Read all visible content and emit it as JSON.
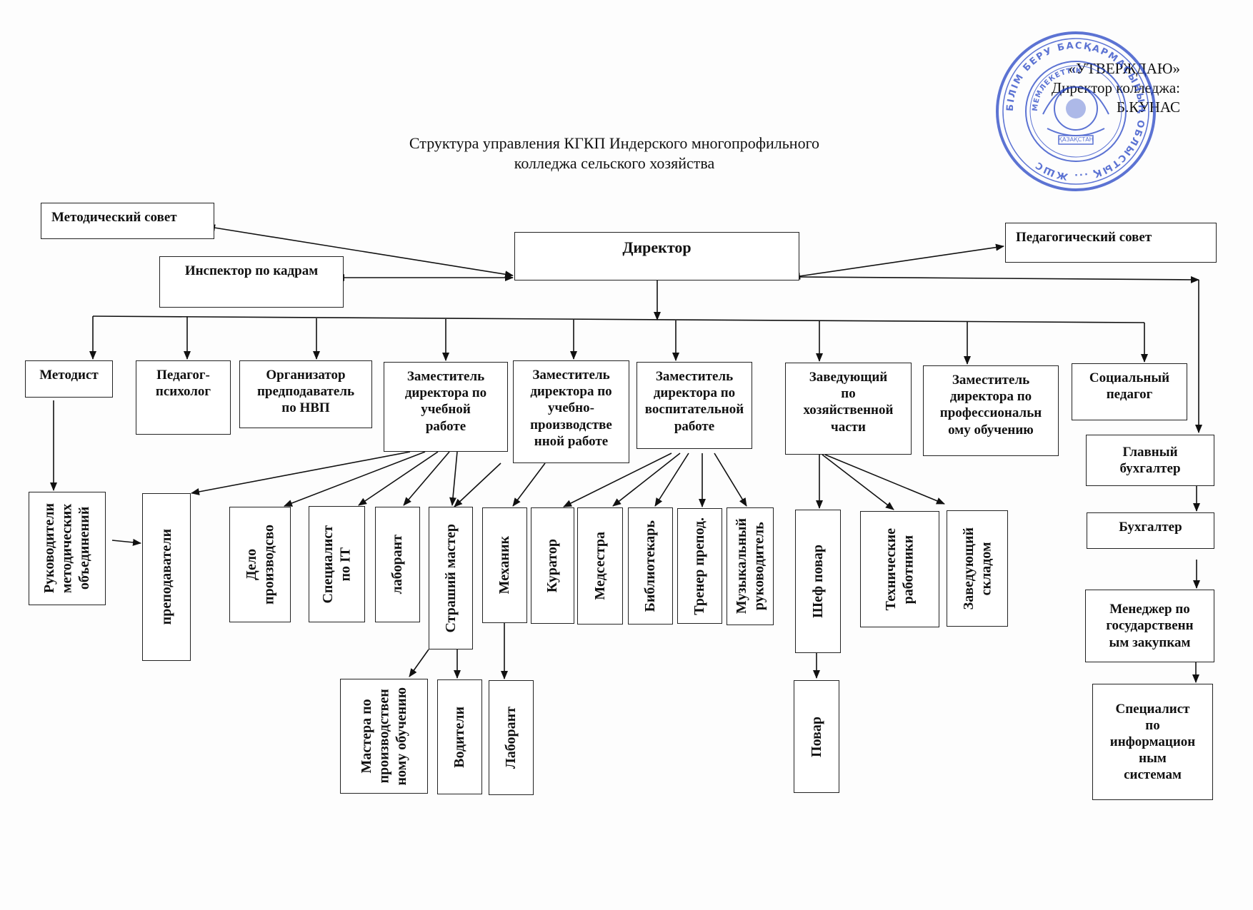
{
  "approval": {
    "line1": "«УТВЕРЖДАЮ»",
    "line2": "Директор колледжа:",
    "line3": "Б.КУНАС"
  },
  "title": "Структура управления КГКП Индерского многопрофильного\nколледжа сельского хозяйства",
  "stamp": {
    "text_outer": "БІЛІМ БЕРУ БАСҚАРМАСЫНЫҢ ОБЛЫСТЫҚ ... ЖШС",
    "text_inner": "МЕМЛЕКЕТТІК",
    "text_center": "ҚАЗАҚСТАН",
    "color": "#1f3fc4"
  },
  "nodes": {
    "metod_sovet": "Методический совет",
    "director": "Директор",
    "ped_sovet": "Педагогический совет",
    "inspektor": "Инспектор по кадрам",
    "metodist": "Методист",
    "psiholog": "Педагог-\nпсихолог",
    "organizator": "Организатор\nпредподаватель\nпо НВП",
    "zam_uch": "Заместитель\nдиректора по\nучебной\nработе",
    "zam_up": "Заместитель\nдиректора по\nучебно-\nпроизводстве\nнной работе",
    "zam_vos": "Заместитель\nдиректора по\nвоспитательной\nработе",
    "zav_hoz": "Заведующий\nпо\nхозяйственной\nчасти",
    "zam_prof": "Заместитель\nдиректора по\nпрофессиональн\nому обучению",
    "soc_ped": "Социальный\nпедагог",
    "gl_buh": "Главный\nбухгалтер",
    "buh": "Бухгалтер",
    "menedzher": "Менеджер по\nгосударственн\nым закупкам",
    "spec_is": "Специалист\nпо\nинформацион\nным\nсистемам",
    "ruk_mo": "Руководители\nметодических\nобъединений",
    "prepod": "преподаватели",
    "delo": "Дело\nпроизводсво",
    "spec_it": "Специалист\nпо IT",
    "laborant1": "лаборант",
    "st_master": "Страший мастер",
    "mehanik": "Механик",
    "kurator": "Куратор",
    "medsestra": "Медсестра",
    "bibl": "Библиотекарь",
    "trener": "Тренер препод.",
    "muz": "Музыкальный\nруководитель",
    "shef": "Шеф повар",
    "teh": "Технические\nработники",
    "zav_sklad": "Заведующий\nскладом",
    "mastera": "Мастера по\nпроизводствен\nному обучению",
    "voditeli": "Водители",
    "laborant2": "Лаборант",
    "povar": "Повар"
  }
}
